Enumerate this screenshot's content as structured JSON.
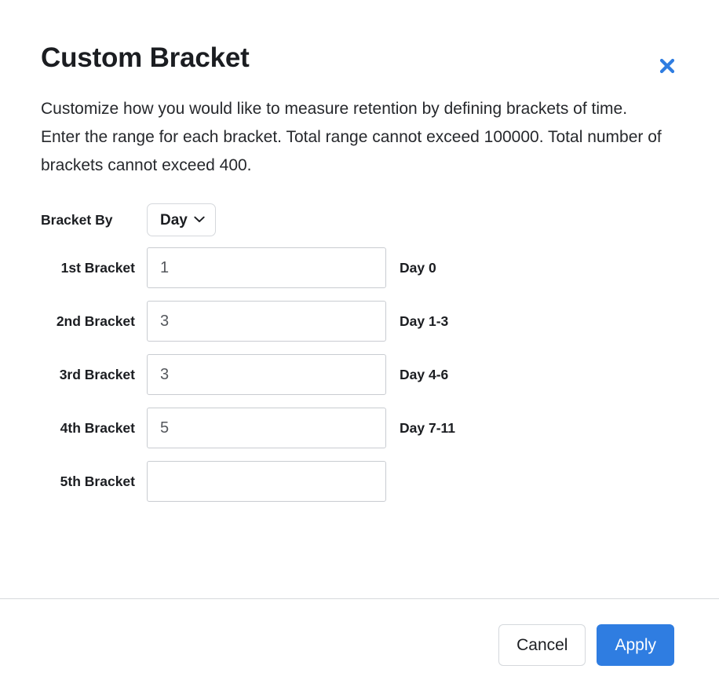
{
  "dialog": {
    "title": "Custom Bracket",
    "close_icon": "close-icon",
    "description": "Customize how you would like to measure retention by defining brackets of time. Enter the range for each bracket. Total range cannot exceed 100000. Total number of brackets cannot exceed 400."
  },
  "form": {
    "bracket_by": {
      "label": "Bracket By",
      "selected": "Day",
      "chevron_icon": "chevron-down-icon"
    },
    "rows": [
      {
        "label": "1st Bracket",
        "value": "1",
        "placeholder": "1",
        "suffix": "Day 0"
      },
      {
        "label": "2nd Bracket",
        "value": "3",
        "placeholder": "3",
        "suffix": "Day 1-3"
      },
      {
        "label": "3rd Bracket",
        "value": "3",
        "placeholder": "3",
        "suffix": "Day 4-6"
      },
      {
        "label": "4th Bracket",
        "value": "5",
        "placeholder": "5",
        "suffix": "Day 7-11"
      },
      {
        "label": "5th Bracket",
        "value": "",
        "placeholder": "",
        "suffix": ""
      }
    ]
  },
  "footer": {
    "cancel_label": "Cancel",
    "apply_label": "Apply"
  },
  "colors": {
    "accent": "#2f7de1",
    "close_icon": "#2f7de1",
    "text": "#1b1d21",
    "border": "#c9ccd1",
    "divider": "#d7d9dc"
  }
}
